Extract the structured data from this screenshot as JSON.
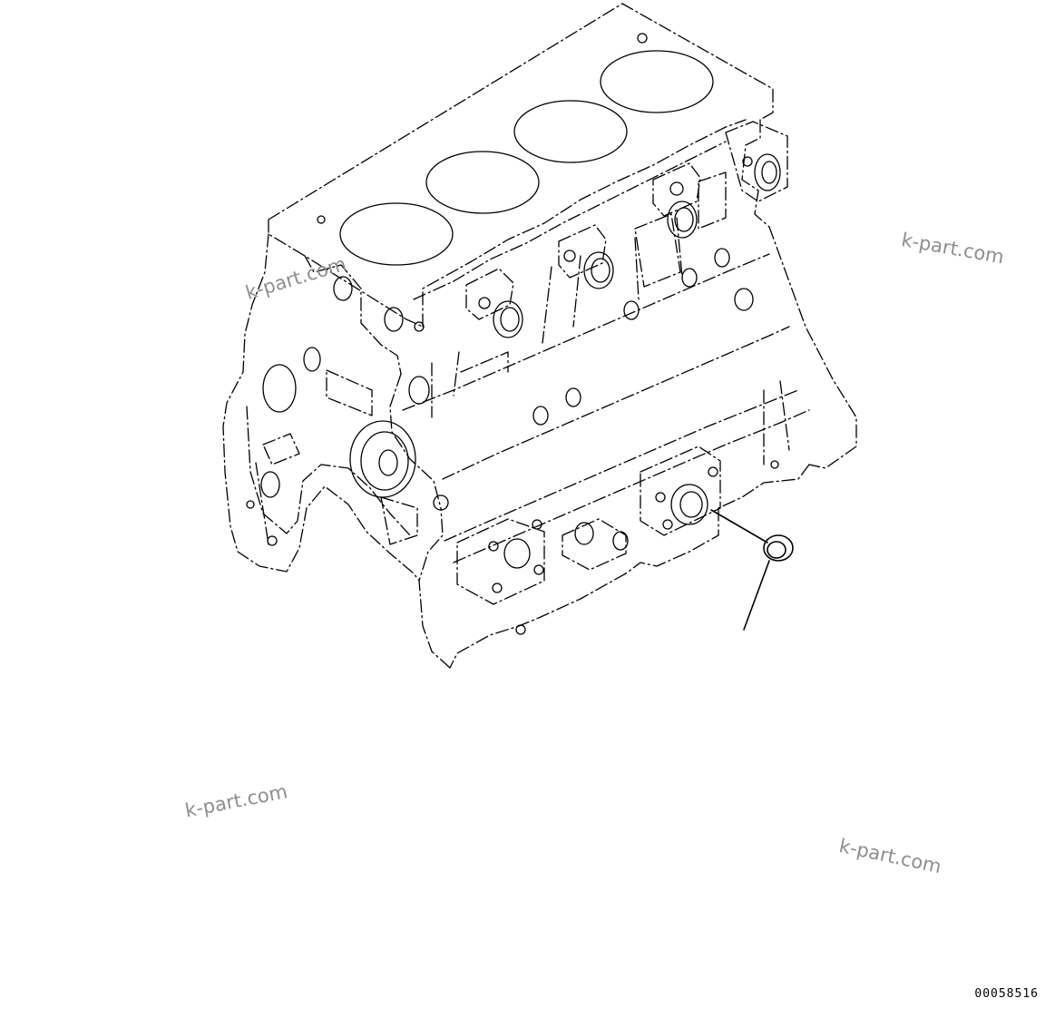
{
  "watermarks": [
    "k-part.com",
    "k-part.com",
    "k-part.com",
    "k-part.com"
  ],
  "illustration_number": "00058516",
  "colors": {
    "line": "#000000",
    "watermark": "#8e8e8e",
    "background": "#ffffff"
  },
  "parts": {
    "engine_block": "engine-block-phantom-outline",
    "plug": "plug-ring"
  }
}
